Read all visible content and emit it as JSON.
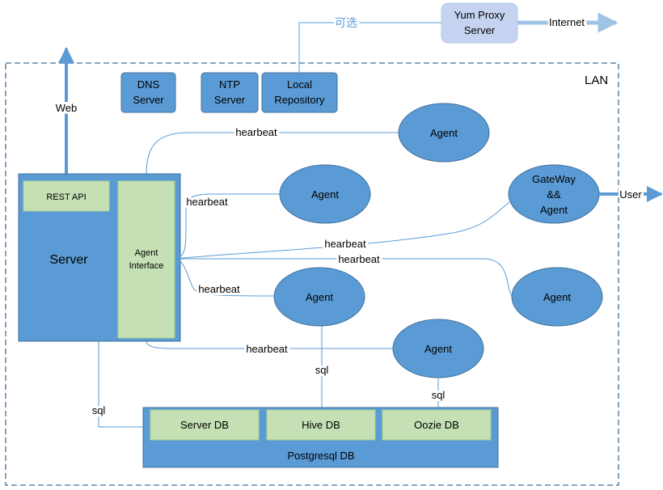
{
  "diagram": {
    "lan_label": "LAN",
    "top_services": {
      "dns": [
        "DNS",
        "Server"
      ],
      "ntp": [
        "NTP",
        "Server"
      ],
      "local_repo": [
        "Local",
        "Repository"
      ]
    },
    "yum_proxy": [
      "Yum Proxy",
      "Server"
    ],
    "optional_label": "可选",
    "internet_label": "Internet",
    "web_label": "Web",
    "user_label": "User",
    "server": {
      "title": "Server",
      "rest_api": "REST API",
      "agent_interface": [
        "Agent",
        "Interface"
      ]
    },
    "agents": {
      "a1": "Agent",
      "a2": "Agent",
      "gateway": [
        "GateWay",
        "&&",
        "Agent"
      ],
      "a3": "Agent",
      "a4": "Agent",
      "a5": "Agent"
    },
    "heartbeat_label": "hearbeat",
    "sql_label": "sql",
    "database": {
      "title": "Postgresql DB",
      "server_db": "Server DB",
      "hive_db": "Hive DB",
      "oozie_db": "Oozie DB"
    },
    "colors": {
      "blue": "#5b9bd5",
      "blue_border": "#41719c",
      "green": "#c5e0b4",
      "line": "#5b9bd5",
      "proxy_fill": "#c6d3f0",
      "dashed_border": "#41719c"
    }
  }
}
